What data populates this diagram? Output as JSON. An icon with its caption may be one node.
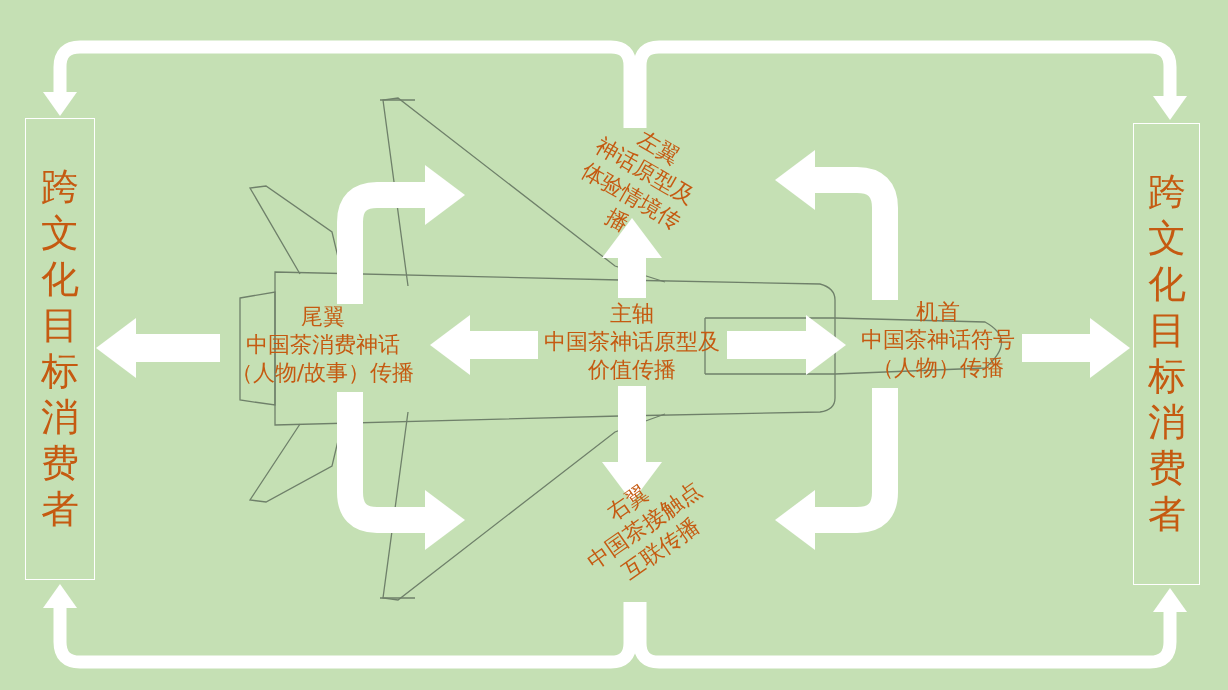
{
  "diagram": {
    "nodes": [
      {
        "text": [
          "跨文化目标消费者"
        ]
      },
      {
        "text": [
          "尾翼",
          "中国茶消费神话（人物/故事）传播"
        ]
      },
      {
        "text": [
          "主轴",
          "中国茶神话原型及价值传播"
        ]
      },
      {
        "text": [
          "左翼",
          "神话原型及体验情境传播"
        ]
      },
      {
        "text": [
          "右翼",
          "中国茶接触点互联传播"
        ]
      },
      {
        "text": [
          "机首",
          "中国茶神话符号（人物）传播"
        ]
      },
      {
        "text": [
          "跨文化目标消费者"
        ]
      }
    ],
    "edges": [
      {
        "from": 2,
        "to": 1,
        "arrow": "to"
      },
      {
        "from": 2,
        "to": 5,
        "arrow": "to"
      },
      {
        "from": 2,
        "to": 3,
        "arrow": "to"
      },
      {
        "from": 2,
        "to": 4,
        "arrow": "to"
      },
      {
        "from": 1,
        "to": 0,
        "arrow": "to"
      },
      {
        "from": 5,
        "to": 6,
        "arrow": "to"
      },
      {
        "from": 1,
        "to": 3,
        "arrow": "to"
      },
      {
        "from": 1,
        "to": 4,
        "arrow": "to"
      },
      {
        "from": 5,
        "to": 3,
        "arrow": "to"
      },
      {
        "from": 5,
        "to": 4,
        "arrow": "to"
      },
      {
        "from": 3,
        "to": 0,
        "arrow": "to"
      },
      {
        "from": 3,
        "to": 6,
        "arrow": "to"
      },
      {
        "from": 4,
        "to": 0,
        "arrow": "to"
      },
      {
        "from": 4,
        "to": 6,
        "arrow": "to"
      }
    ]
  }
}
